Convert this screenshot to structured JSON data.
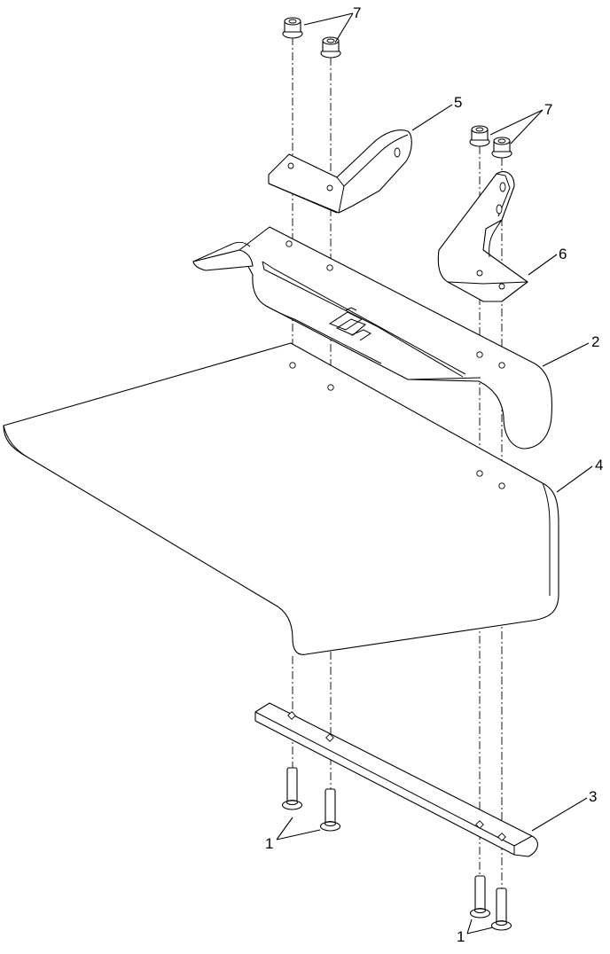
{
  "callouts": {
    "c1_left": "1",
    "c1_right": "1",
    "c2": "2",
    "c3": "3",
    "c4": "4",
    "c5": "5",
    "c6": "6",
    "c7_top": "7",
    "c7_right": "7"
  }
}
